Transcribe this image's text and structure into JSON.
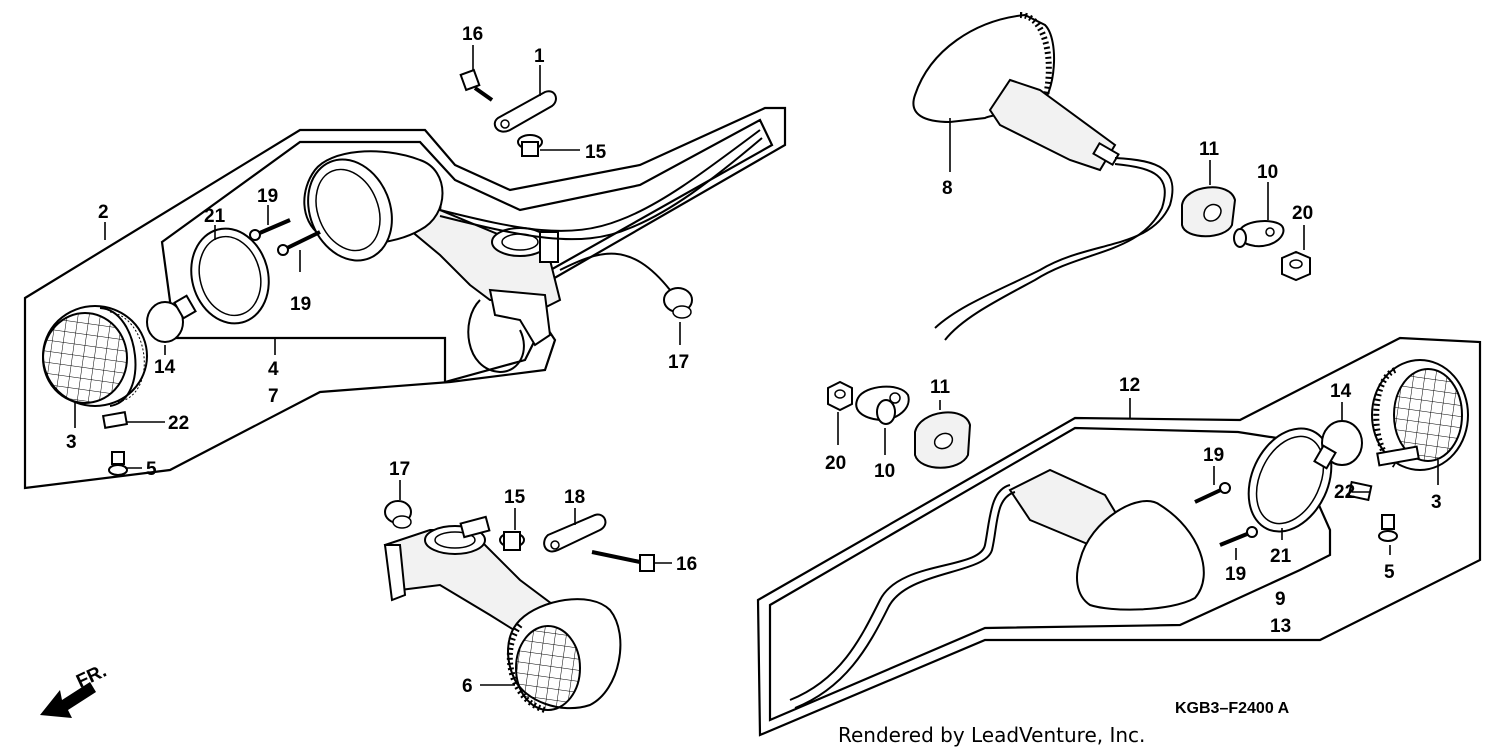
{
  "diagram": {
    "drawing_code": "KGB3–F2400 A",
    "credit": "Rendered by LeadVenture, Inc.",
    "front_label": "FR.",
    "callouts": [
      {
        "id": "c-16a",
        "text": "16"
      },
      {
        "id": "c-1",
        "text": "1"
      },
      {
        "id": "c-15a",
        "text": "15"
      },
      {
        "id": "c-2",
        "text": "2"
      },
      {
        "id": "c-21a",
        "text": "21"
      },
      {
        "id": "c-19a",
        "text": "19"
      },
      {
        "id": "c-19b",
        "text": "19"
      },
      {
        "id": "c-14a",
        "text": "14"
      },
      {
        "id": "c-4",
        "text": "4"
      },
      {
        "id": "c-7",
        "text": "7"
      },
      {
        "id": "c-3a",
        "text": "3"
      },
      {
        "id": "c-22a",
        "text": "22"
      },
      {
        "id": "c-5a",
        "text": "5"
      },
      {
        "id": "c-17a",
        "text": "17"
      },
      {
        "id": "c-8",
        "text": "8"
      },
      {
        "id": "c-11a",
        "text": "11"
      },
      {
        "id": "c-10a",
        "text": "10"
      },
      {
        "id": "c-20a",
        "text": "20"
      },
      {
        "id": "c-11b",
        "text": "11"
      },
      {
        "id": "c-12",
        "text": "12"
      },
      {
        "id": "c-20b",
        "text": "20"
      },
      {
        "id": "c-10b",
        "text": "10"
      },
      {
        "id": "c-14b",
        "text": "14"
      },
      {
        "id": "c-19c",
        "text": "19"
      },
      {
        "id": "c-19d",
        "text": "19"
      },
      {
        "id": "c-22b",
        "text": "22"
      },
      {
        "id": "c-3b",
        "text": "3"
      },
      {
        "id": "c-21b",
        "text": "21"
      },
      {
        "id": "c-9",
        "text": "9"
      },
      {
        "id": "c-13",
        "text": "13"
      },
      {
        "id": "c-5b",
        "text": "5"
      },
      {
        "id": "c-17b",
        "text": "17"
      },
      {
        "id": "c-15b",
        "text": "15"
      },
      {
        "id": "c-18",
        "text": "18"
      },
      {
        "id": "c-16b",
        "text": "16"
      },
      {
        "id": "c-6",
        "text": "6"
      }
    ]
  }
}
